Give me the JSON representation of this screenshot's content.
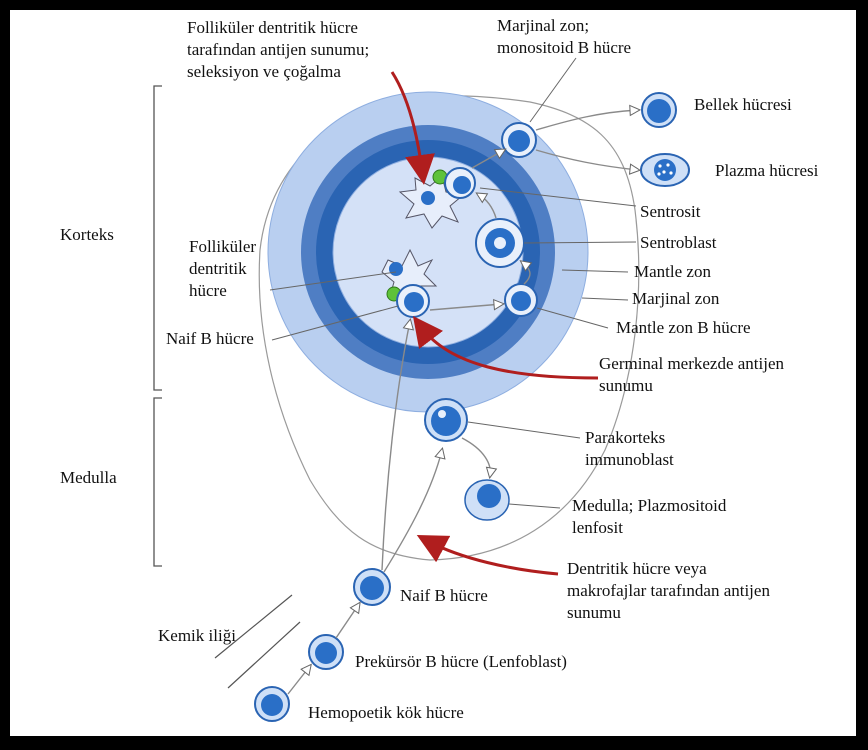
{
  "labels": {
    "top_left": [
      "Folliküler dentritik hücre",
      "tarafından antijen sunumu;",
      "seleksiyon ve çoğalma"
    ],
    "top_right": [
      "Marjinal zon;",
      "monositoid B hücre"
    ],
    "bellek": "Bellek hücresi",
    "plazma": "Plazma hücresi",
    "sentrosit": "Sentrosit",
    "sentroblast": "Sentroblast",
    "mantle_zon": "Mantle zon",
    "marjinal_zon": "Marjinal zon",
    "mantle_zon_b": "Mantle zon B hücre",
    "germinal": [
      "Germinal merkezde antijen",
      "sunumu"
    ],
    "korteks": "Korteks",
    "fdc": [
      "Folliküler",
      "dentritik",
      "hücre"
    ],
    "naif_b_1": "Naif B hücre",
    "parakorteks": [
      "Parakorteks",
      "immunoblast"
    ],
    "medulla_label": "Medulla",
    "plazmositoid": [
      "Medulla; Plazmositoid",
      "lenfosit"
    ],
    "dentritik": [
      "Dentritik hücre veya",
      "makrofajlar tarafından antijen",
      "sunumu"
    ],
    "naif_b_2": "Naif B hücre",
    "kemik": "Kemik iliği",
    "prekursor": "Prekürsör B hücre (Lenfoblast)",
    "hemopoetik": "Hemopoetik kök hücre"
  },
  "colors": {
    "outer_ring": "#b9cff0",
    "mid_ring": "#4f7ec4",
    "inner_ring": "#2a64b3",
    "germinal_center": "#d4e1f7",
    "cell_nucleus": "#2a6fc7",
    "red_arrow": "#b01e1e",
    "green_antigen": "#5ec23a"
  }
}
